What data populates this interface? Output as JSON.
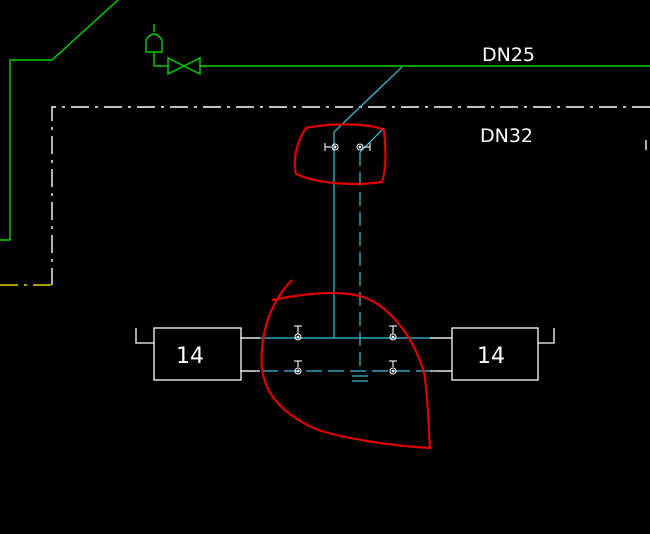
{
  "labels": {
    "pipe_upper": "DN25",
    "pipe_lower": "DN32",
    "unit_left": "14",
    "unit_right": "14"
  },
  "colors": {
    "background": "#000000",
    "pipe_green": "#00d400",
    "pipe_cyan": "#3fc3e0",
    "pipe_white": "#ffffff",
    "pipe_yellow": "#e6d200",
    "markup_red": "#e00000"
  }
}
